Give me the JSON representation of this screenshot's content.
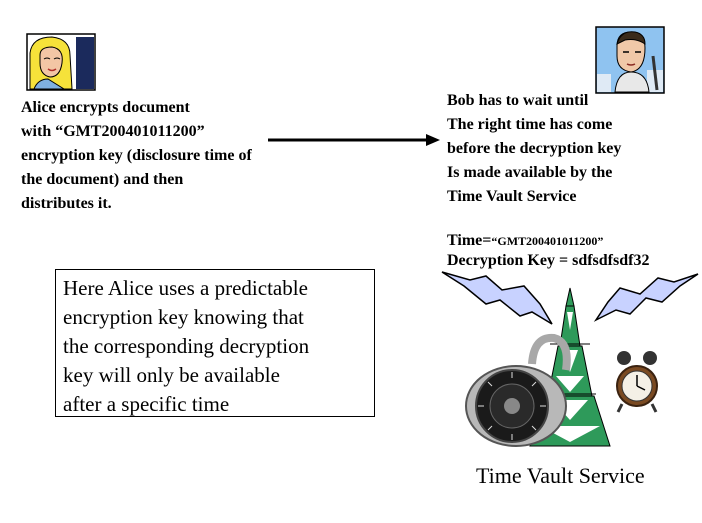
{
  "alice": {
    "lines": [
      "Alice encrypts document",
      "with “GMT200401011200”",
      "encryption key (disclosure time of",
      "the document) and  then",
      "distributes it."
    ]
  },
  "bob": {
    "lines": [
      "Bob has to wait until",
      "The right time has come",
      "before the decryption key",
      "Is made available by the",
      "Time Vault Service"
    ]
  },
  "vault": {
    "time_prefix": "Time=",
    "time_value": "“GMT200401011200”",
    "key_line": "Decryption Key = sdfsdfsdf32",
    "service_label": "Time Vault Service"
  },
  "note": {
    "lines": [
      "Here Alice uses a predictable",
      "encryption key knowing that",
      "the corresponding decryption",
      "key will only be available",
      "after a specific time"
    ]
  },
  "colors": {
    "lightning": "#c8d2ff",
    "tower": "#2e9a5a",
    "alice_hair": "#f6e23a",
    "bob_background": "#8fc3f0"
  },
  "icons": [
    "alice-avatar-icon",
    "bob-avatar-icon",
    "lightning-icon",
    "tower-icon",
    "combination-lock-icon",
    "alarm-clock-icon",
    "arrow-icon"
  ]
}
